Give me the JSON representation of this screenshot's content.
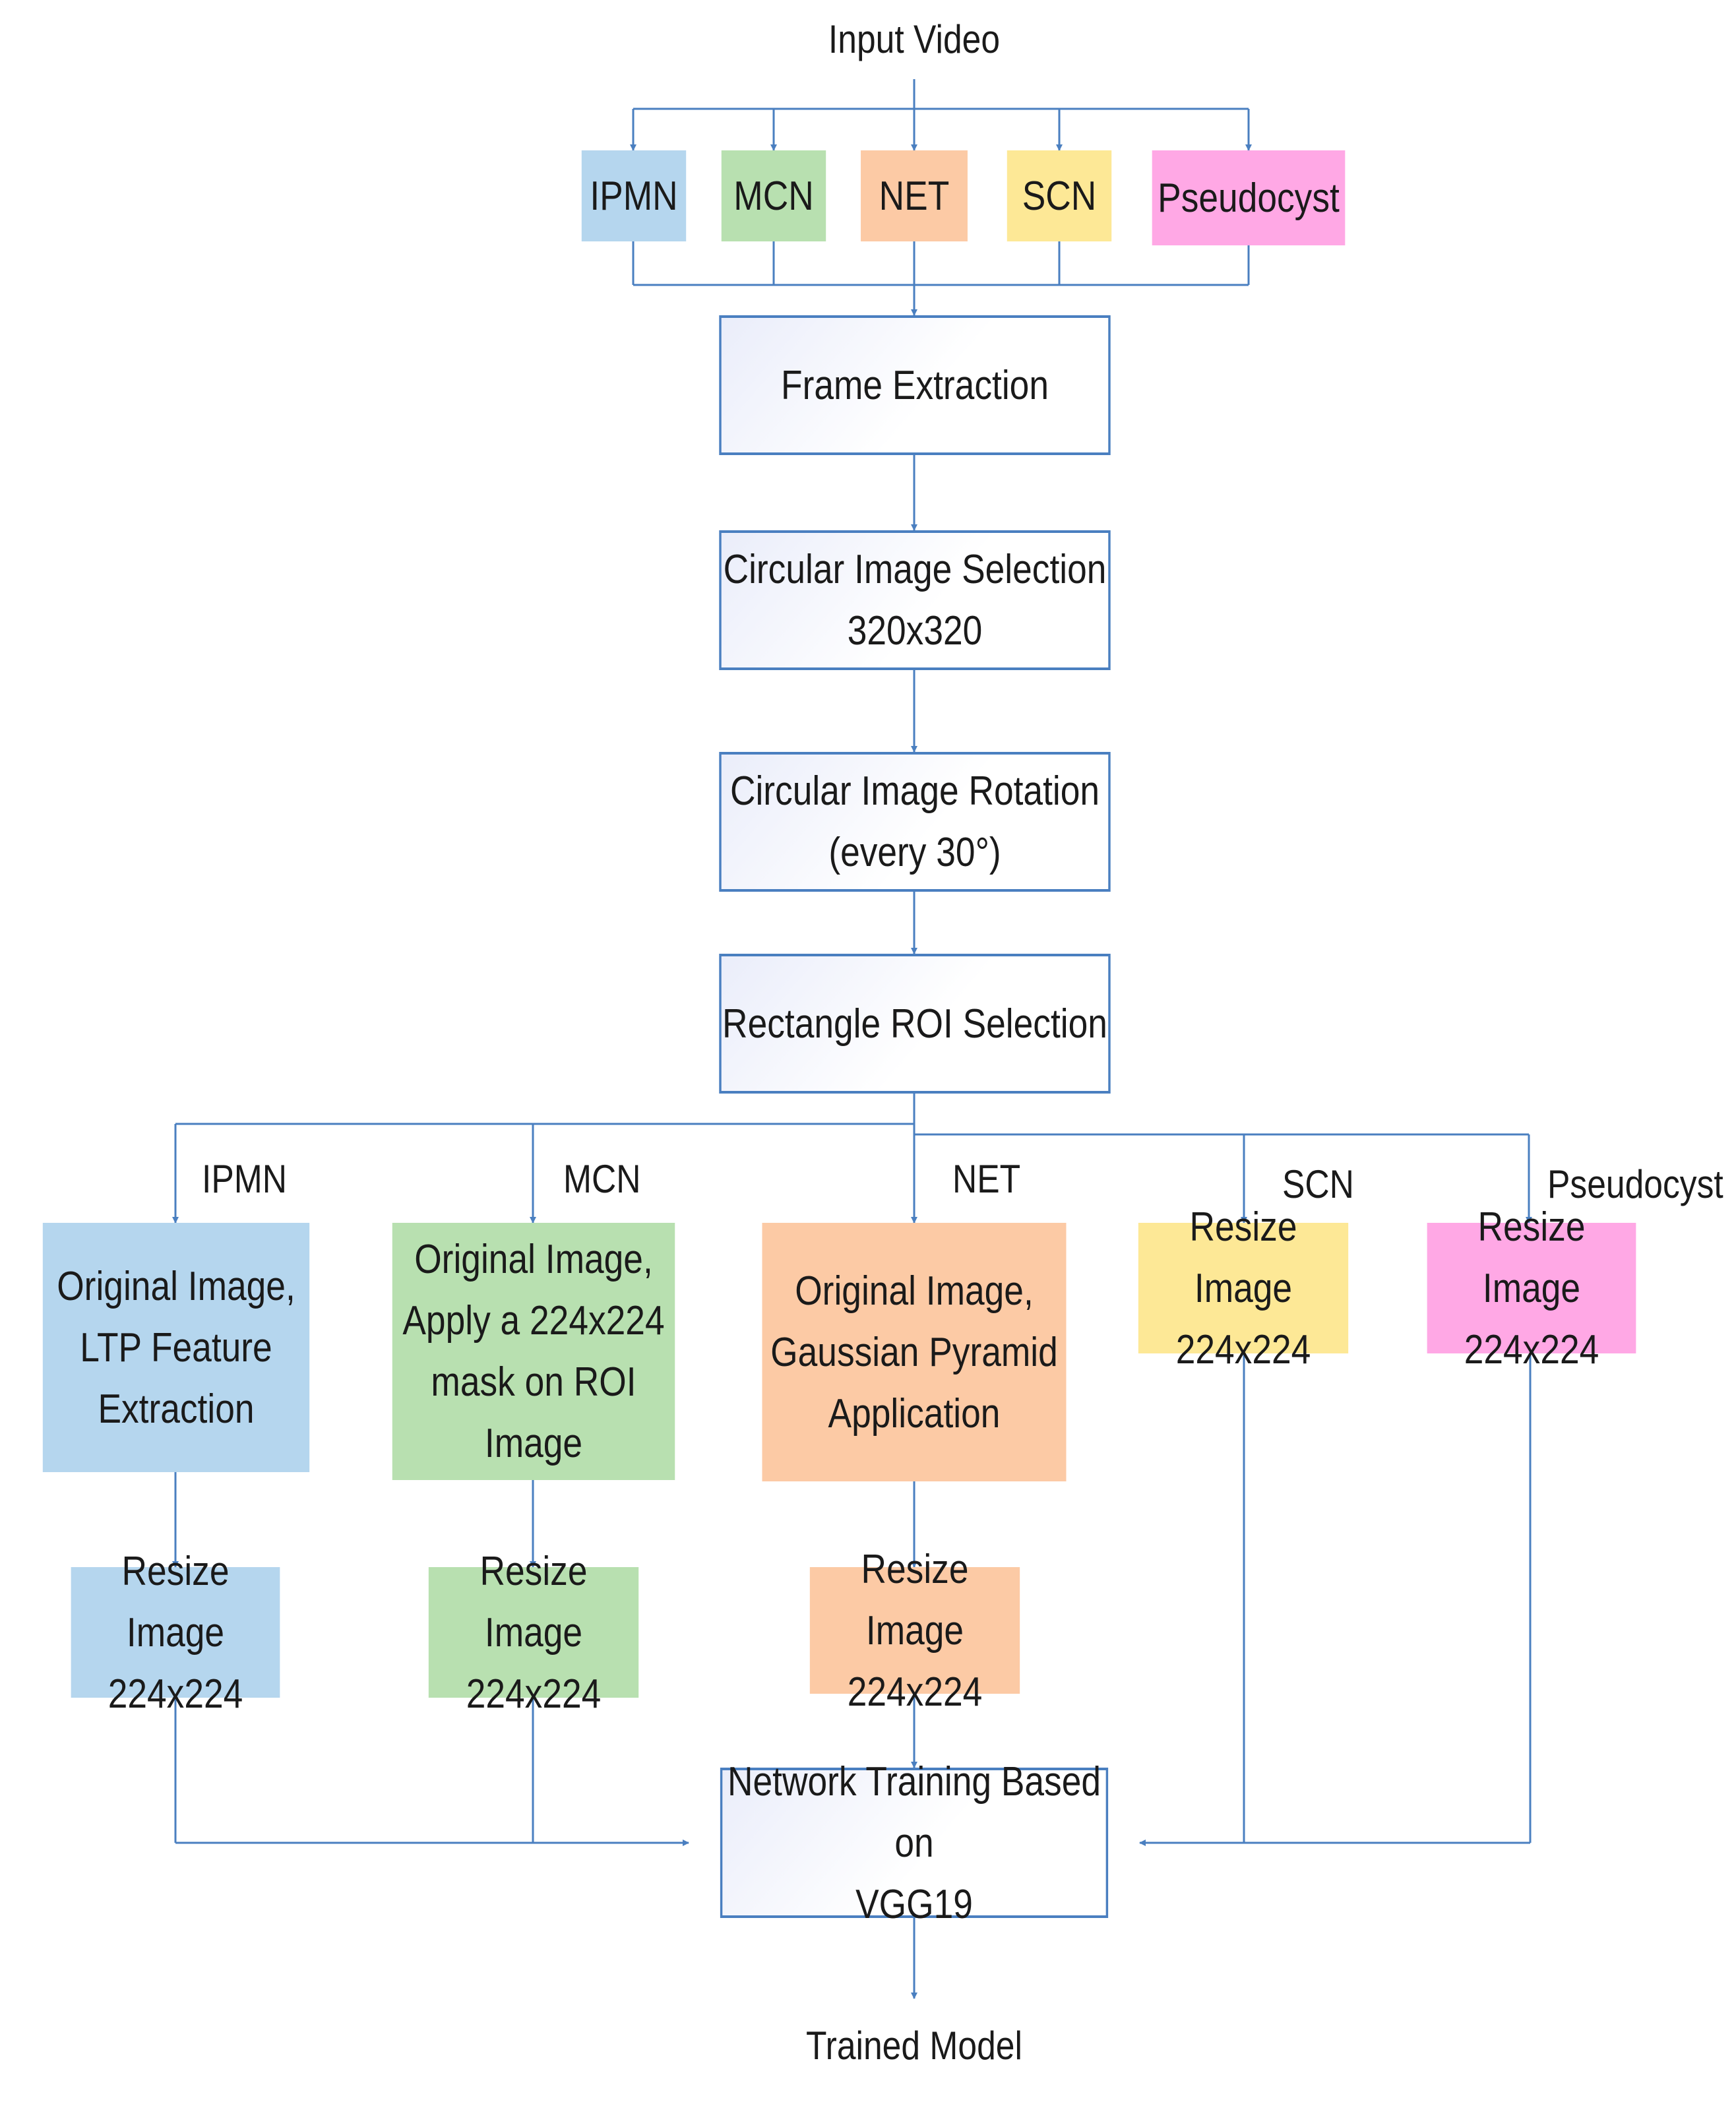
{
  "input_label": "Input Video",
  "output_label": "Trained Model",
  "colors": {
    "line": "#4a7fc0",
    "ipmn": "#b5d6ee",
    "mcn": "#b8e0b0",
    "net": "#fccaa5",
    "scn": "#fde896",
    "pseudocyst": "#ffa8e5"
  },
  "classes": {
    "ipmn": "IPMN",
    "mcn": "MCN",
    "net": "NET",
    "scn": "SCN",
    "pseudocyst": "Pseudocyst"
  },
  "steps": {
    "frame_extraction": "Frame Extraction",
    "circular_selection": "Circular Image Selection\n320x320",
    "circular_rotation": "Circular Image Rotation\n(every 30°)",
    "rectangle_roi": "Rectangle ROI Selection",
    "training": "Network Training Based on\nVGG19"
  },
  "branches": {
    "ipmn_process": "Original Image,\nLTP Feature\nExtraction",
    "mcn_process": "Original Image,\nApply a 224x224\nmask on ROI Image",
    "net_process": "Original Image,\nGaussian Pyramid\nApplication",
    "resize": "Resize Image\n224x224"
  }
}
